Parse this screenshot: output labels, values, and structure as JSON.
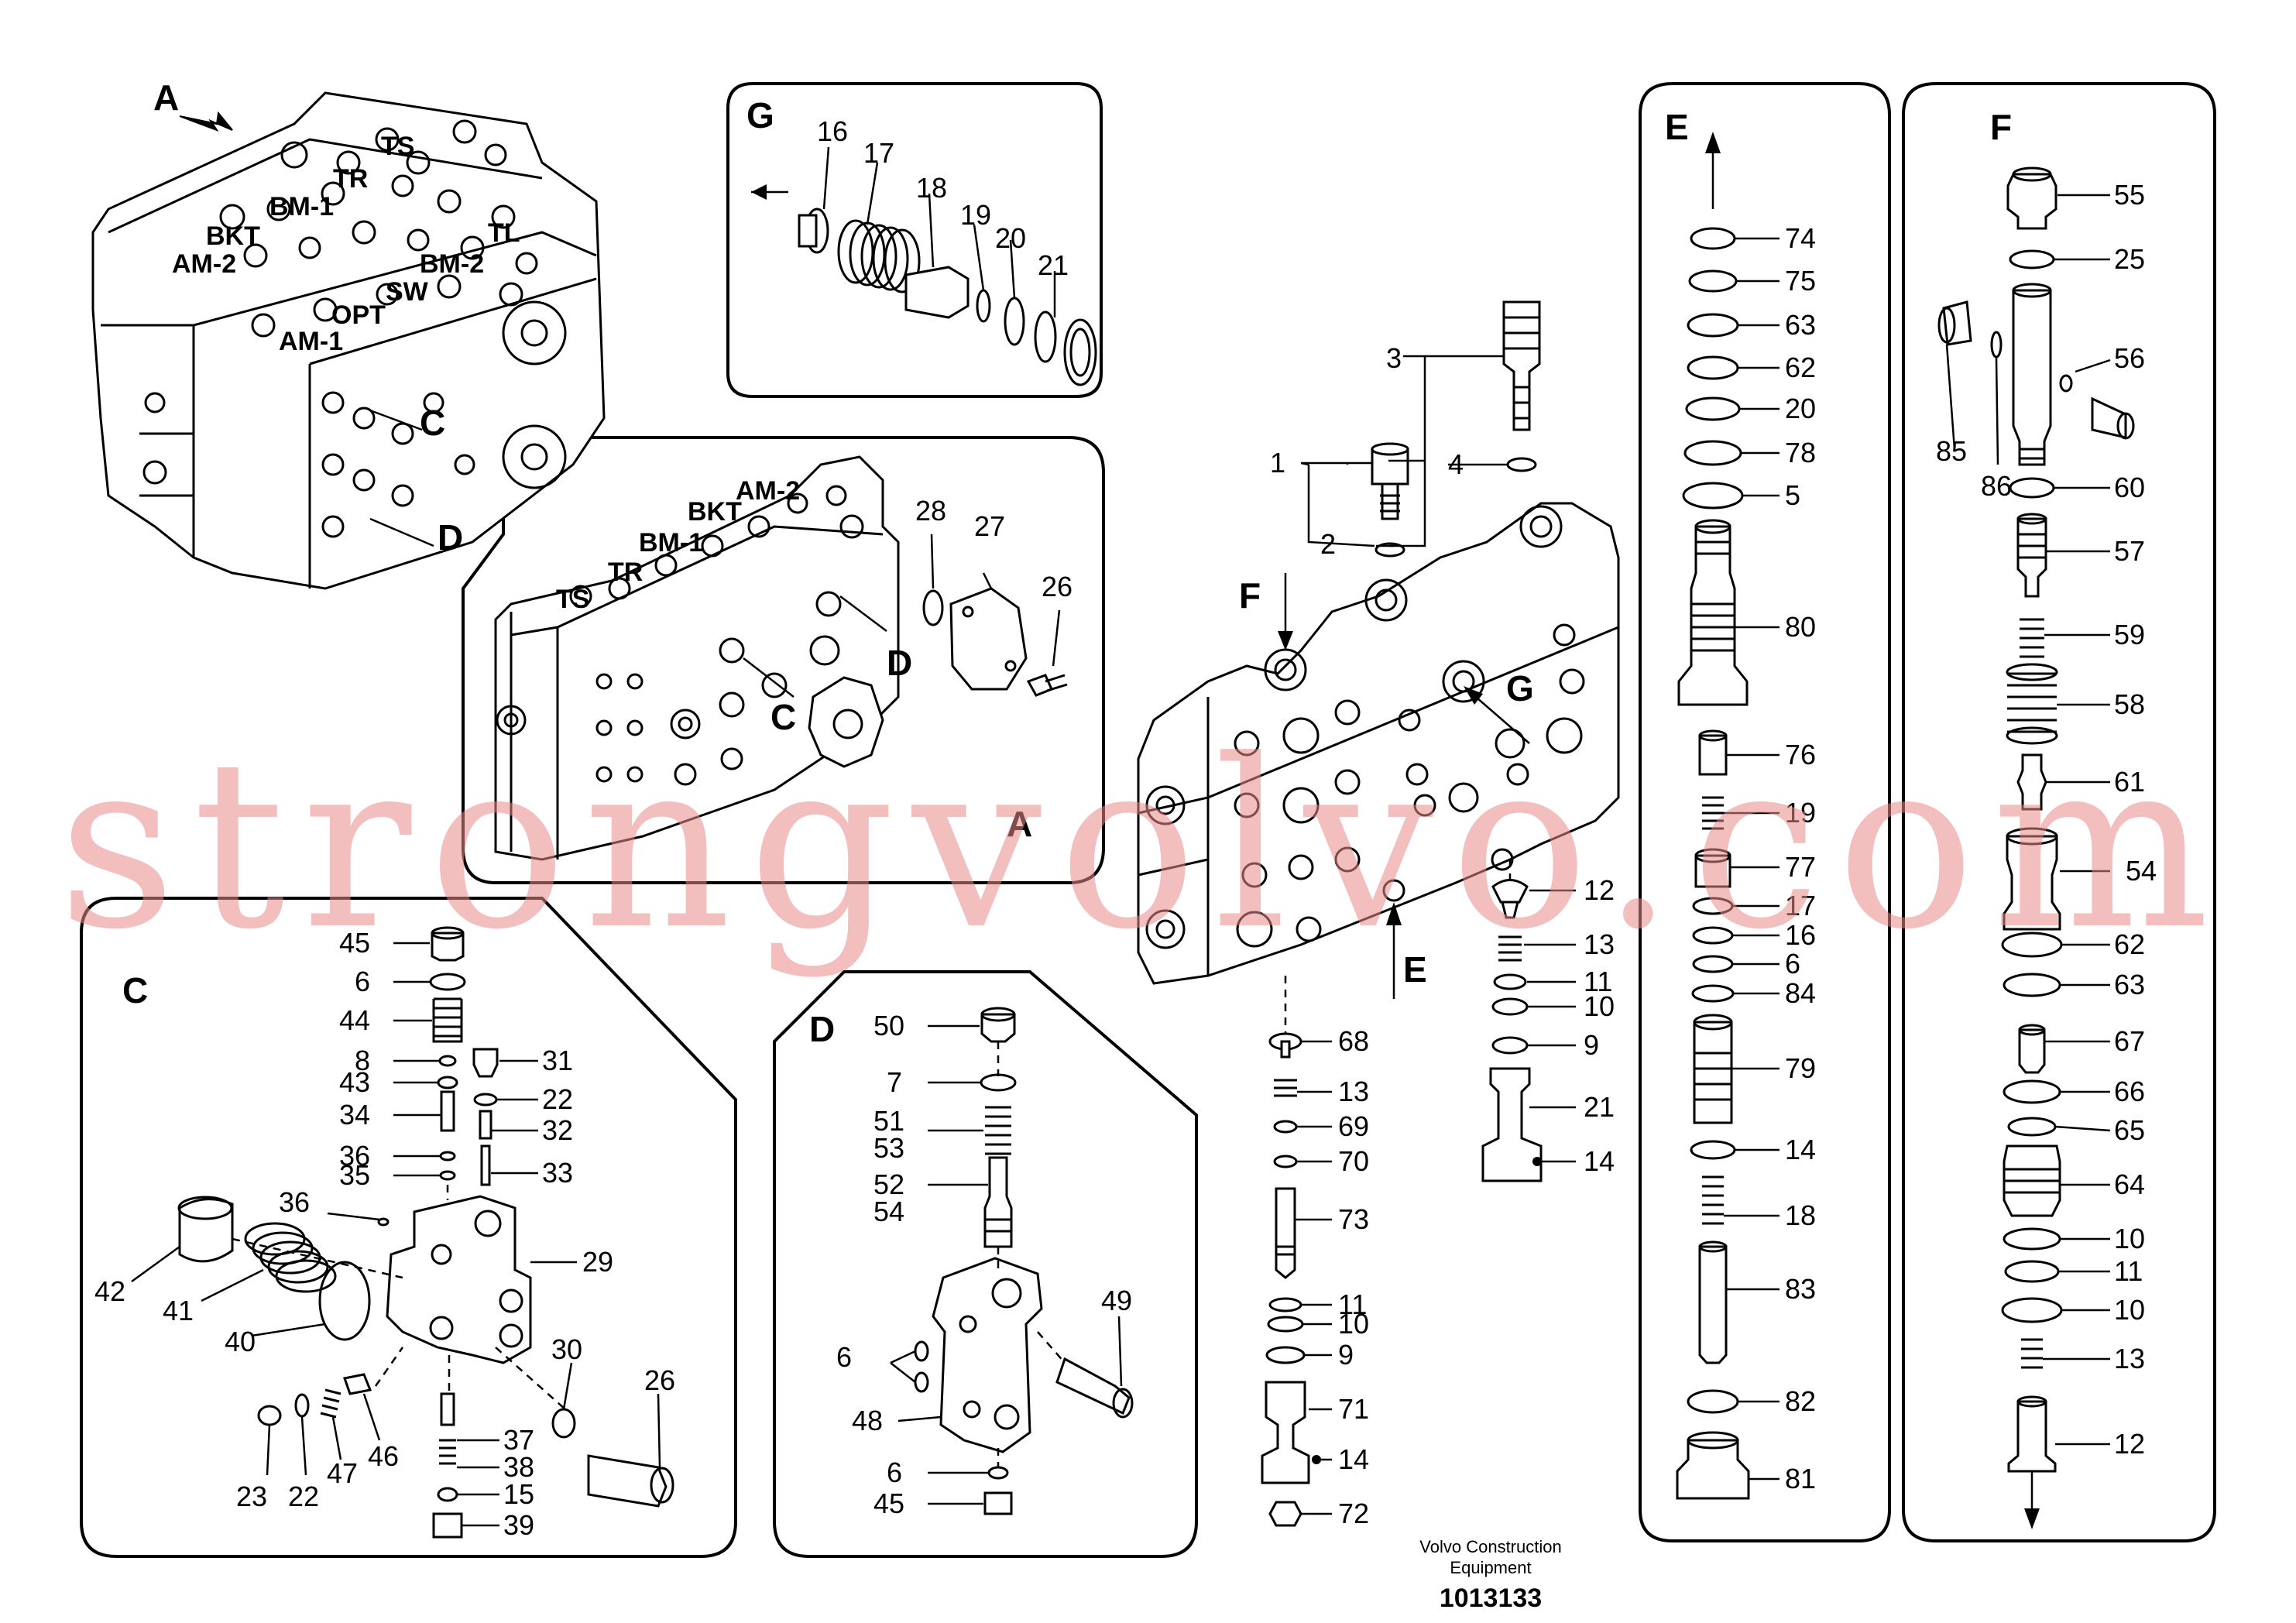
{
  "sections": {
    "A": "A",
    "C": "C",
    "D": "D",
    "E": "E",
    "F": "F",
    "G": "G"
  },
  "port_labels": {
    "ts": "TS",
    "tr": "TR",
    "bm1": "BM-1",
    "bkt": "BKT",
    "am2": "AM-2",
    "tl": "TL",
    "bm2": "BM-2",
    "sw": "SW",
    "opt": "OPT",
    "am1": "AM-1"
  },
  "callouts": {
    "c": "C",
    "d": "D",
    "e": "E",
    "f": "F",
    "g": "G"
  },
  "parts": {
    "g": [
      "16",
      "17",
      "18",
      "19",
      "20",
      "21"
    ],
    "a_detail": [
      "28",
      "27",
      "26"
    ],
    "main": [
      "1",
      "2",
      "3",
      "4",
      "12",
      "13",
      "11",
      "10",
      "9",
      "21",
      "14",
      "68",
      "13",
      "69",
      "70",
      "73",
      "11",
      "10",
      "9",
      "71",
      "14",
      "72"
    ],
    "c": [
      "45",
      "6",
      "44",
      "8",
      "43",
      "34",
      "36",
      "35",
      "31",
      "22",
      "32",
      "33",
      "36",
      "29",
      "42",
      "41",
      "40",
      "30",
      "23",
      "22",
      "47",
      "46",
      "37",
      "38",
      "15",
      "39",
      "26"
    ],
    "d": [
      "50",
      "7",
      "51",
      "53",
      "52",
      "54",
      "49",
      "6",
      "48",
      "6",
      "45"
    ],
    "e": [
      "74",
      "75",
      "63",
      "62",
      "20",
      "78",
      "5",
      "80",
      "76",
      "19",
      "77",
      "17",
      "16",
      "6",
      "84",
      "79",
      "14",
      "18",
      "83",
      "82",
      "81"
    ],
    "f": [
      "55",
      "25",
      "56",
      "85",
      "86",
      "60",
      "57",
      "59",
      "58",
      "61",
      "54",
      "62",
      "63",
      "67",
      "66",
      "65",
      "64",
      "10",
      "11",
      "10",
      "13",
      "12"
    ]
  },
  "footer": {
    "line1": "Volvo Construction",
    "line2": "Equipment",
    "number": "1013133"
  },
  "watermark": "strongvolvo.com"
}
